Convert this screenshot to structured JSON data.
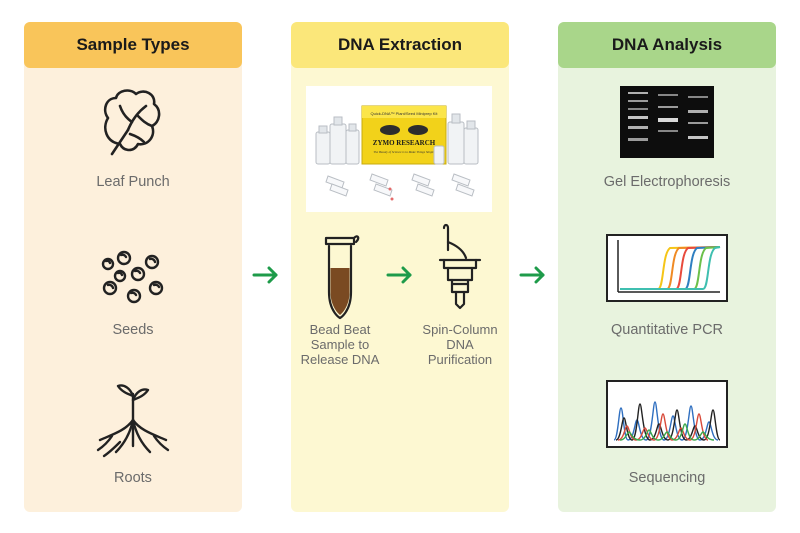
{
  "columns": {
    "sample_types": {
      "title": "Sample Types",
      "items": [
        {
          "label": "Leaf Punch",
          "icon": "leaf-icon"
        },
        {
          "label": "Seeds",
          "icon": "seeds-icon"
        },
        {
          "label": "Roots",
          "icon": "roots-icon"
        }
      ]
    },
    "dna_extraction": {
      "title": "DNA Extraction",
      "kit_photo": {
        "brand": "ZYMO RESEARCH",
        "tagline": "The Beauty of Science is to Make Things Simple",
        "box_label": "Quick-DNA™ Plant/Seed Miniprep Kit"
      },
      "steps": [
        {
          "lines": [
            "Bead Beat",
            "Sample to",
            "Release DNA"
          ],
          "icon": "tube-icon"
        },
        {
          "lines": [
            "Spin-Column",
            "DNA",
            "Purification"
          ],
          "icon": "spin-column-icon"
        }
      ]
    },
    "dna_analysis": {
      "title": "DNA Analysis",
      "items": [
        {
          "label": "Gel Electrophoresis",
          "icon": "gel-icon"
        },
        {
          "label": "Quantitative PCR",
          "icon": "qpcr-icon"
        },
        {
          "label": "Sequencing",
          "icon": "sequencing-icon"
        }
      ]
    }
  },
  "colors": {
    "arrow": "#1e9b4a",
    "header_sample": "#f9c55a",
    "header_extraction": "#fbe77a",
    "header_analysis": "#a9d68a",
    "qpcr_curves": [
      "#f5c518",
      "#f08a24",
      "#e84a3c",
      "#2f7fc1",
      "#6cc04a",
      "#3fbfb0"
    ]
  }
}
